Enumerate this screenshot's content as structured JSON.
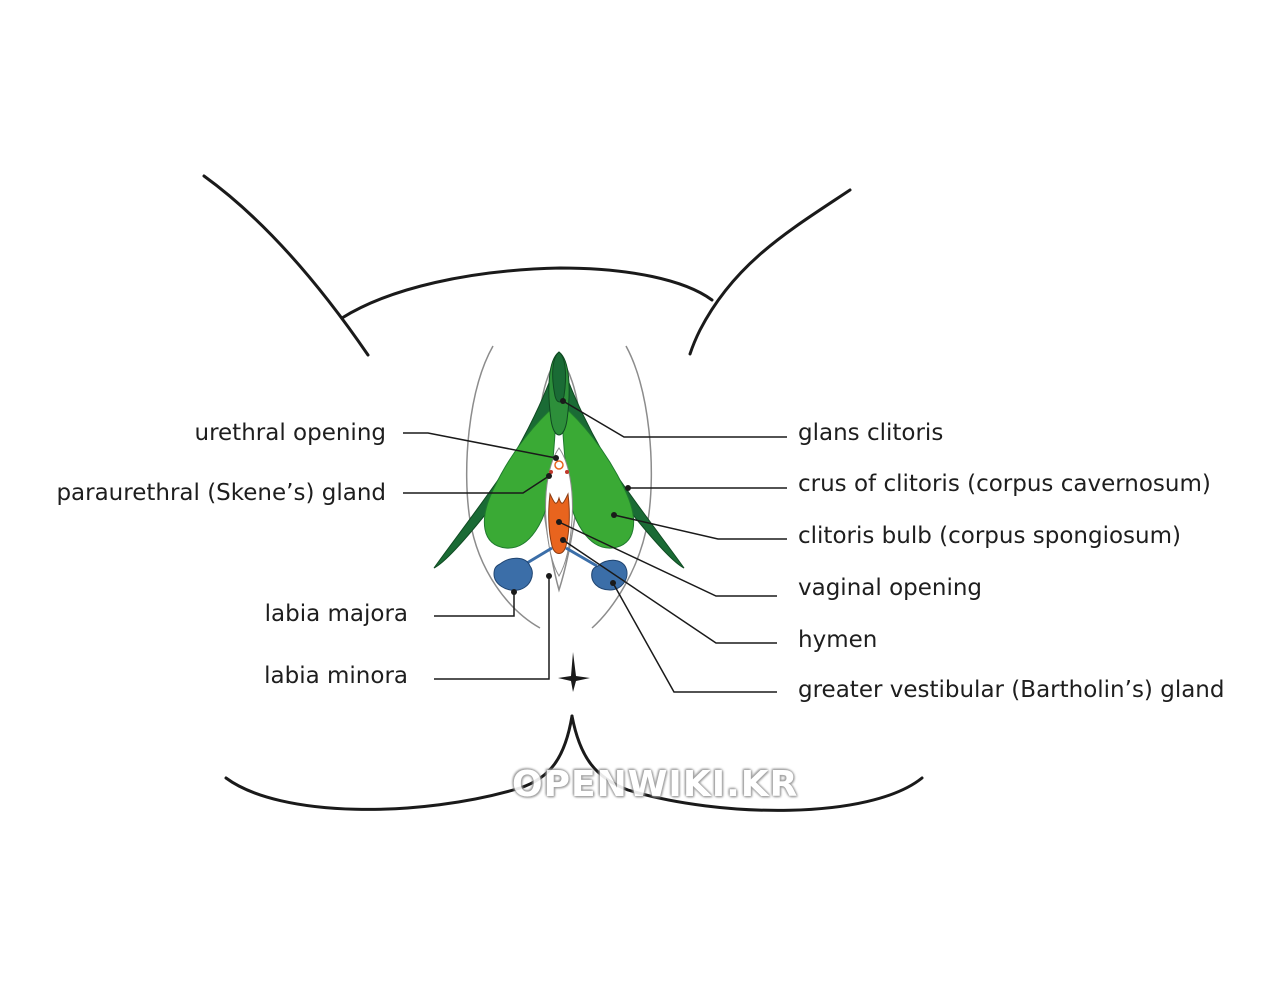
{
  "labels": {
    "urethral_opening": "urethral opening",
    "paraurethral_gland": "paraurethral (Skene’s) gland",
    "labia_majora": "labia majora",
    "labia_minora": "labia minora",
    "glans_clitoris": "glans clitoris",
    "crus_of_clitoris": "crus of clitoris (corpus cavernosum)",
    "clitoris_bulb": "clitoris bulb (corpus spongiosum)",
    "vaginal_opening": "vaginal opening",
    "hymen": "hymen",
    "greater_vestibular_gland": "greater vestibular (Bartholin’s) gland"
  },
  "watermark": "OPENWIKI.KR",
  "colors": {
    "outline": "#1a1a1a",
    "crus_dark_green": "#1a6b35",
    "bulb_green": "#3aaa35",
    "glans_green": "#2d8f3a",
    "vaginal_orange": "#e8641e",
    "gland_blue": "#3b6ea8",
    "leader_line": "#1a1a1a",
    "labia_outline": "#8c8c8c"
  }
}
